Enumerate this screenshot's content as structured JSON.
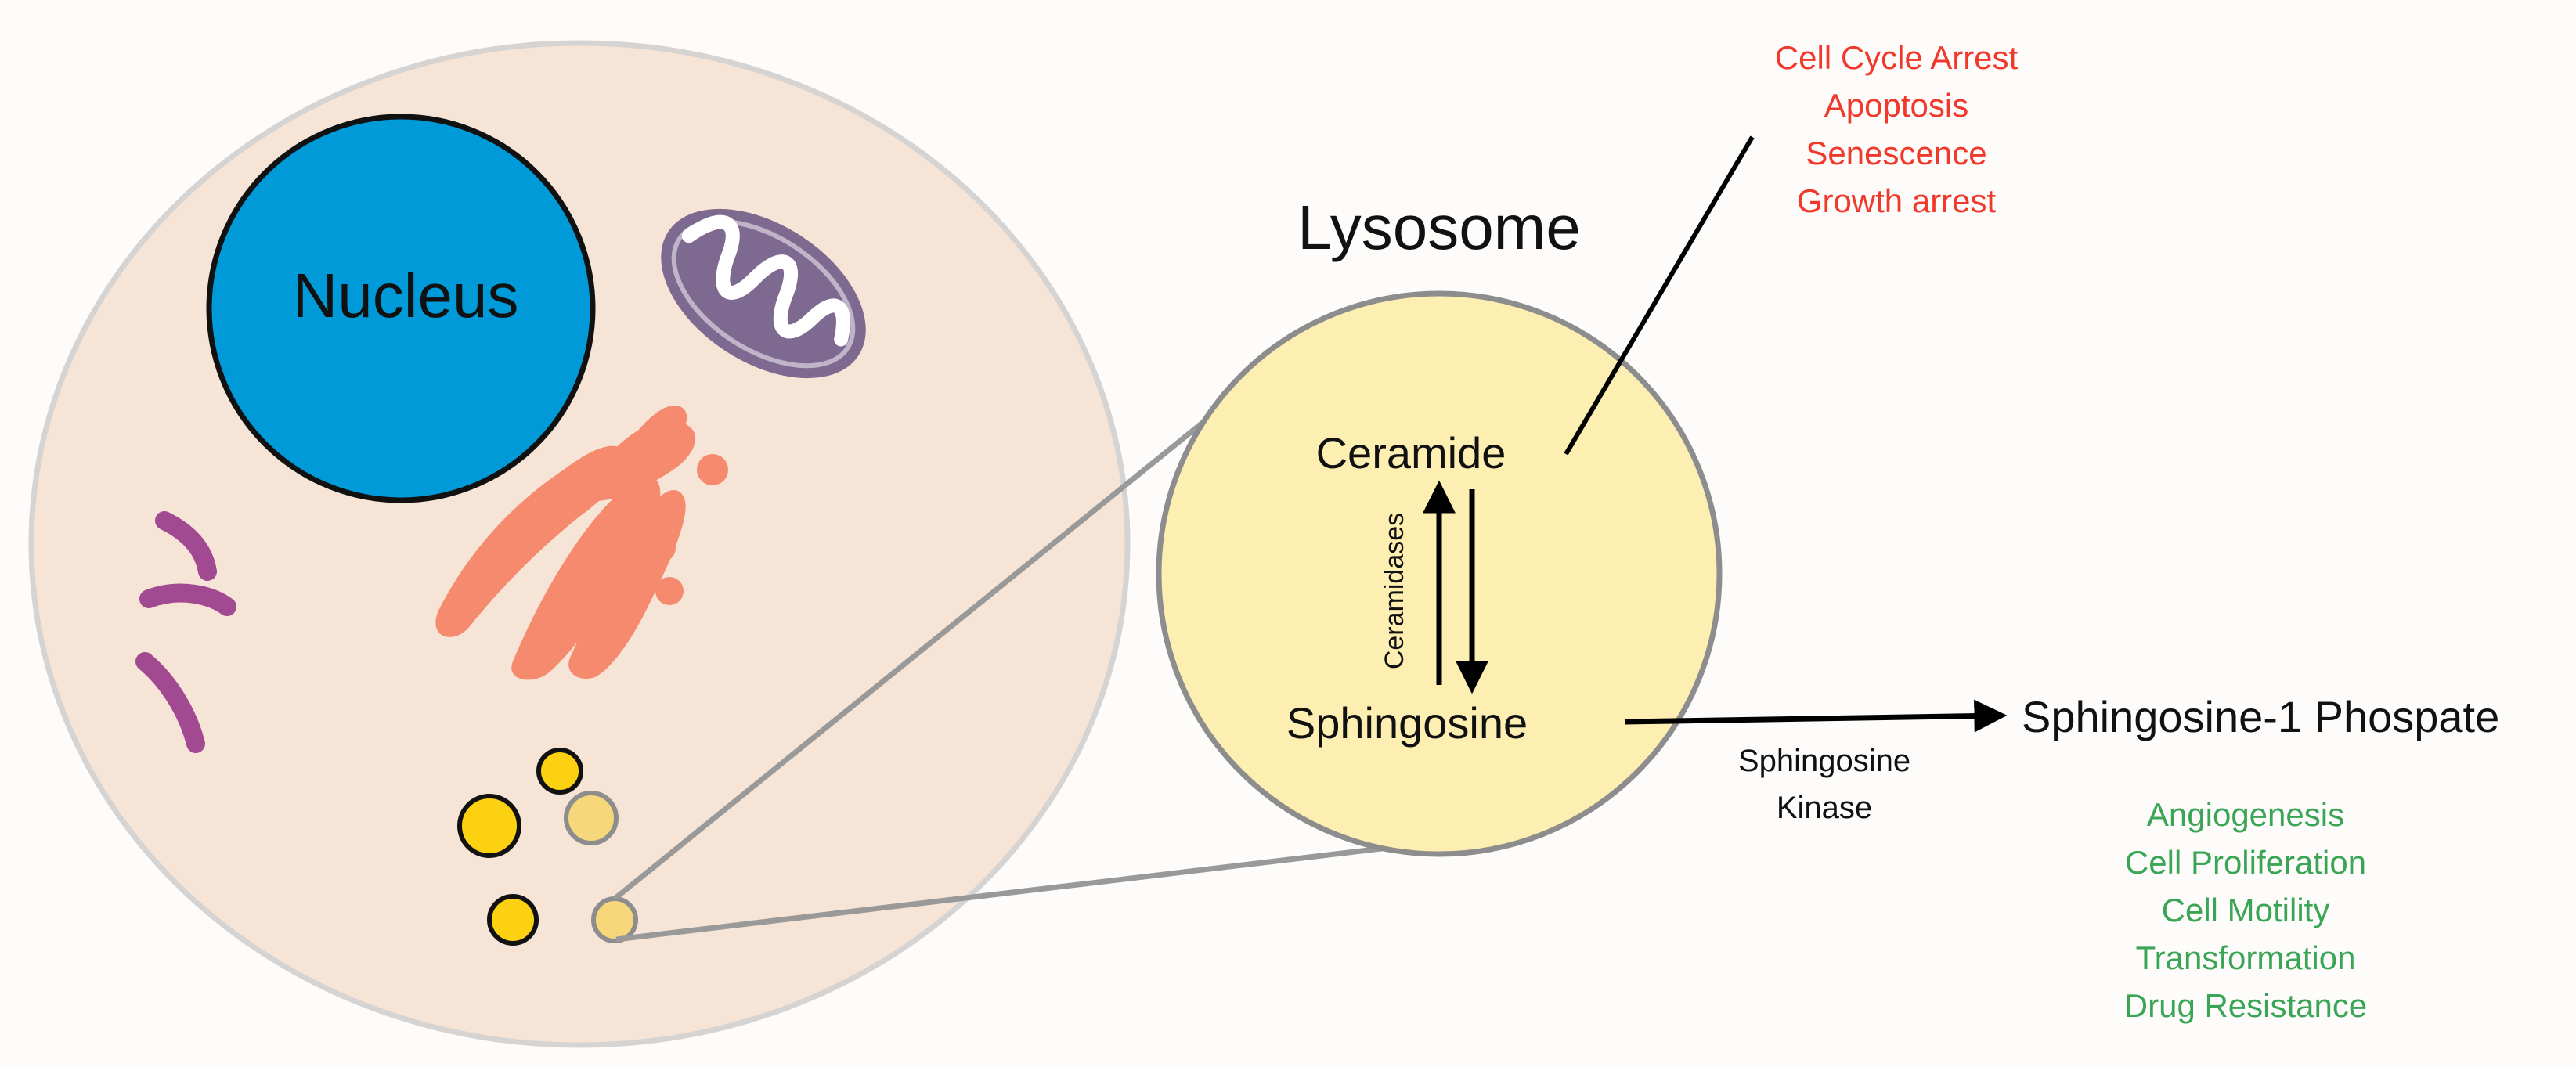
{
  "cell": {
    "nucleus_label": "Nucleus"
  },
  "lysosome": {
    "title": "Lysosome",
    "ceramide": "Ceramide",
    "sphingosine": "Sphingosine",
    "enzyme_ceramidases": "Ceramidases"
  },
  "pathway": {
    "product": "Sphingosine-1 Phospate",
    "kinase_line1": "Sphingosine",
    "kinase_line2": "Kinase"
  },
  "ceramide_effects": {
    "color": "#f0382b",
    "items": [
      "Cell Cycle Arrest",
      "Apoptosis",
      "Senescence",
      "Growth arrest"
    ]
  },
  "s1p_effects": {
    "color": "#3aa655",
    "items": [
      "Angiogenesis",
      "Cell Proliferation",
      "Cell Motility",
      "Transformation",
      "Drug Resistance"
    ]
  },
  "colors": {
    "cell_fill": "#f6e5d6",
    "cell_stroke": "#d6d3d3",
    "nucleus_fill": "#009ad8",
    "mitochondrion": "#7e6990",
    "golgi": "#f58a6e",
    "er": "#a24a91",
    "vesicle": "#fcd112",
    "lysosome_fill": "#fdeeb2",
    "lysosome_stroke": "#8d8d8d",
    "zoom_line": "#999999"
  }
}
